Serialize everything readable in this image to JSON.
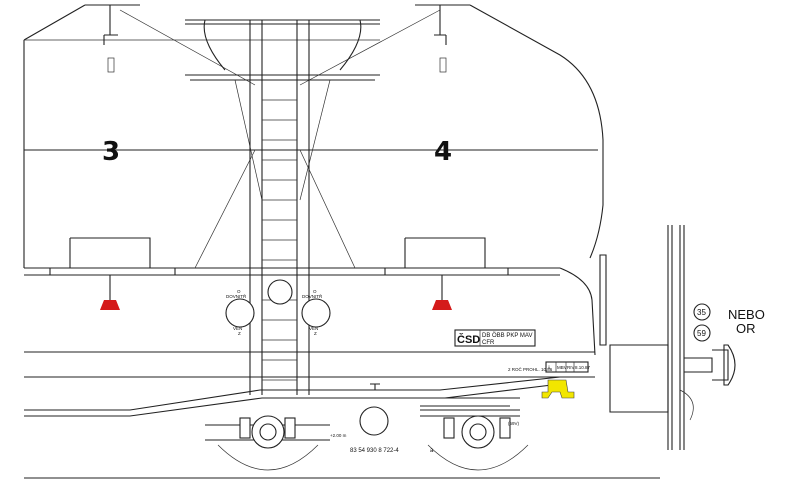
{
  "compartments": {
    "left": "3",
    "right": "4"
  },
  "door_labels": {
    "inside": "DOVNITŘ",
    "inside_prefix": "O",
    "outside": "VEN",
    "outside_suffix": "Z"
  },
  "plate": {
    "main": "ČSD",
    "railways_top": "DB ÖBB PKP MAV",
    "railways_bottom": "CFR"
  },
  "small_plate": {
    "cells": [
      "ii",
      "MBV",
      "RIV",
      "8.10.87"
    ],
    "note": "2 ROČ PROHL. 10.86"
  },
  "frame_marks": {
    "length": "+2.00 m",
    "wagon_number": "83 54 930 8 722-4",
    "wagon_suffix": "a",
    "mark": "(59V)"
  },
  "buffer_labels": {
    "line1": "NEBO",
    "line2": "OR",
    "circle_top": "35",
    "circle_bottom": "59"
  },
  "colors": {
    "red_marker": "#d41a1a",
    "yellow_hook": "#f2e600",
    "line": "#222222"
  }
}
